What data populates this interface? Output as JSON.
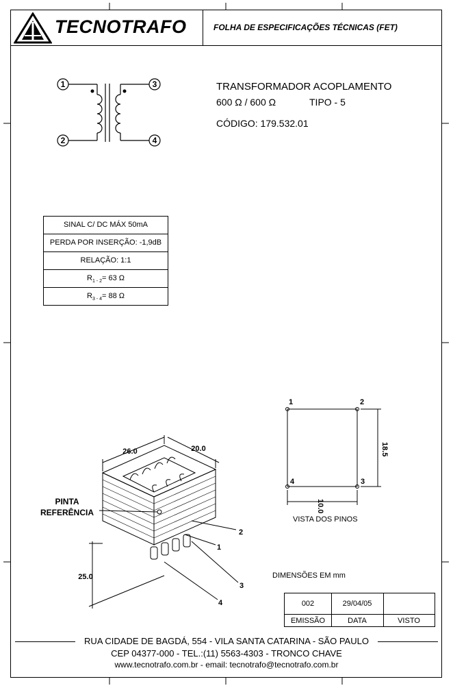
{
  "header": {
    "company": "TECNOTRAFO",
    "sheet_title": "FOLHA DE ESPECIFICAÇÕES TÉCNICAS (FET)"
  },
  "product": {
    "name": "TRANSFORMADOR ACOPLAMENTO",
    "impedance": "600 Ω / 600 Ω",
    "type": "TIPO - 5",
    "code": "CÓDIGO: 179.532.01"
  },
  "schematic": {
    "pins": [
      "1",
      "2",
      "3",
      "4"
    ]
  },
  "specs": {
    "signal": "SINAL C/ DC  MÁX  50mA",
    "loss": "PERDA POR INSERÇÃO: -1,9dB",
    "ratio": "RELAÇÃO: 1:1",
    "r12_prefix": "R",
    "r12_sub": "1 - 2",
    "r12_value": "= 63 Ω",
    "r34_prefix": "R",
    "r34_sub": "3 - 4",
    "r34_value": "= 88 Ω"
  },
  "drawing": {
    "dim_length": "26.0",
    "dim_width": "20.0",
    "dim_height": "25.0",
    "ref_label_1": "PINTA",
    "ref_label_2": "REFERÊNCIA",
    "pin_labels": [
      "1",
      "2",
      "3",
      "4"
    ]
  },
  "pin_view": {
    "pins": [
      "1",
      "2",
      "3",
      "4"
    ],
    "dim_vertical": "18.5",
    "dim_horizontal": "10.0",
    "caption": "VISTA DOS PINOS"
  },
  "dimensions_note": "DIMENSÕES EM mm",
  "revision_table": {
    "emission_value": "002",
    "date_value": "29/04/05",
    "visto_value": "",
    "emission_label": "EMISSÃO",
    "date_label": "DATA",
    "visto_label": "VISTO"
  },
  "footer": {
    "address": "RUA CIDADE DE BAGDÁ, 554 - VILA SANTA CATARINA - SÃO PAULO",
    "contact": "CEP 04377-000 - TEL.:(11) 5563-4303 - TRONCO CHAVE",
    "web": "www.tecnotrafo.com.br - email: tecnotrafo@tecnotrafo.com.br"
  }
}
